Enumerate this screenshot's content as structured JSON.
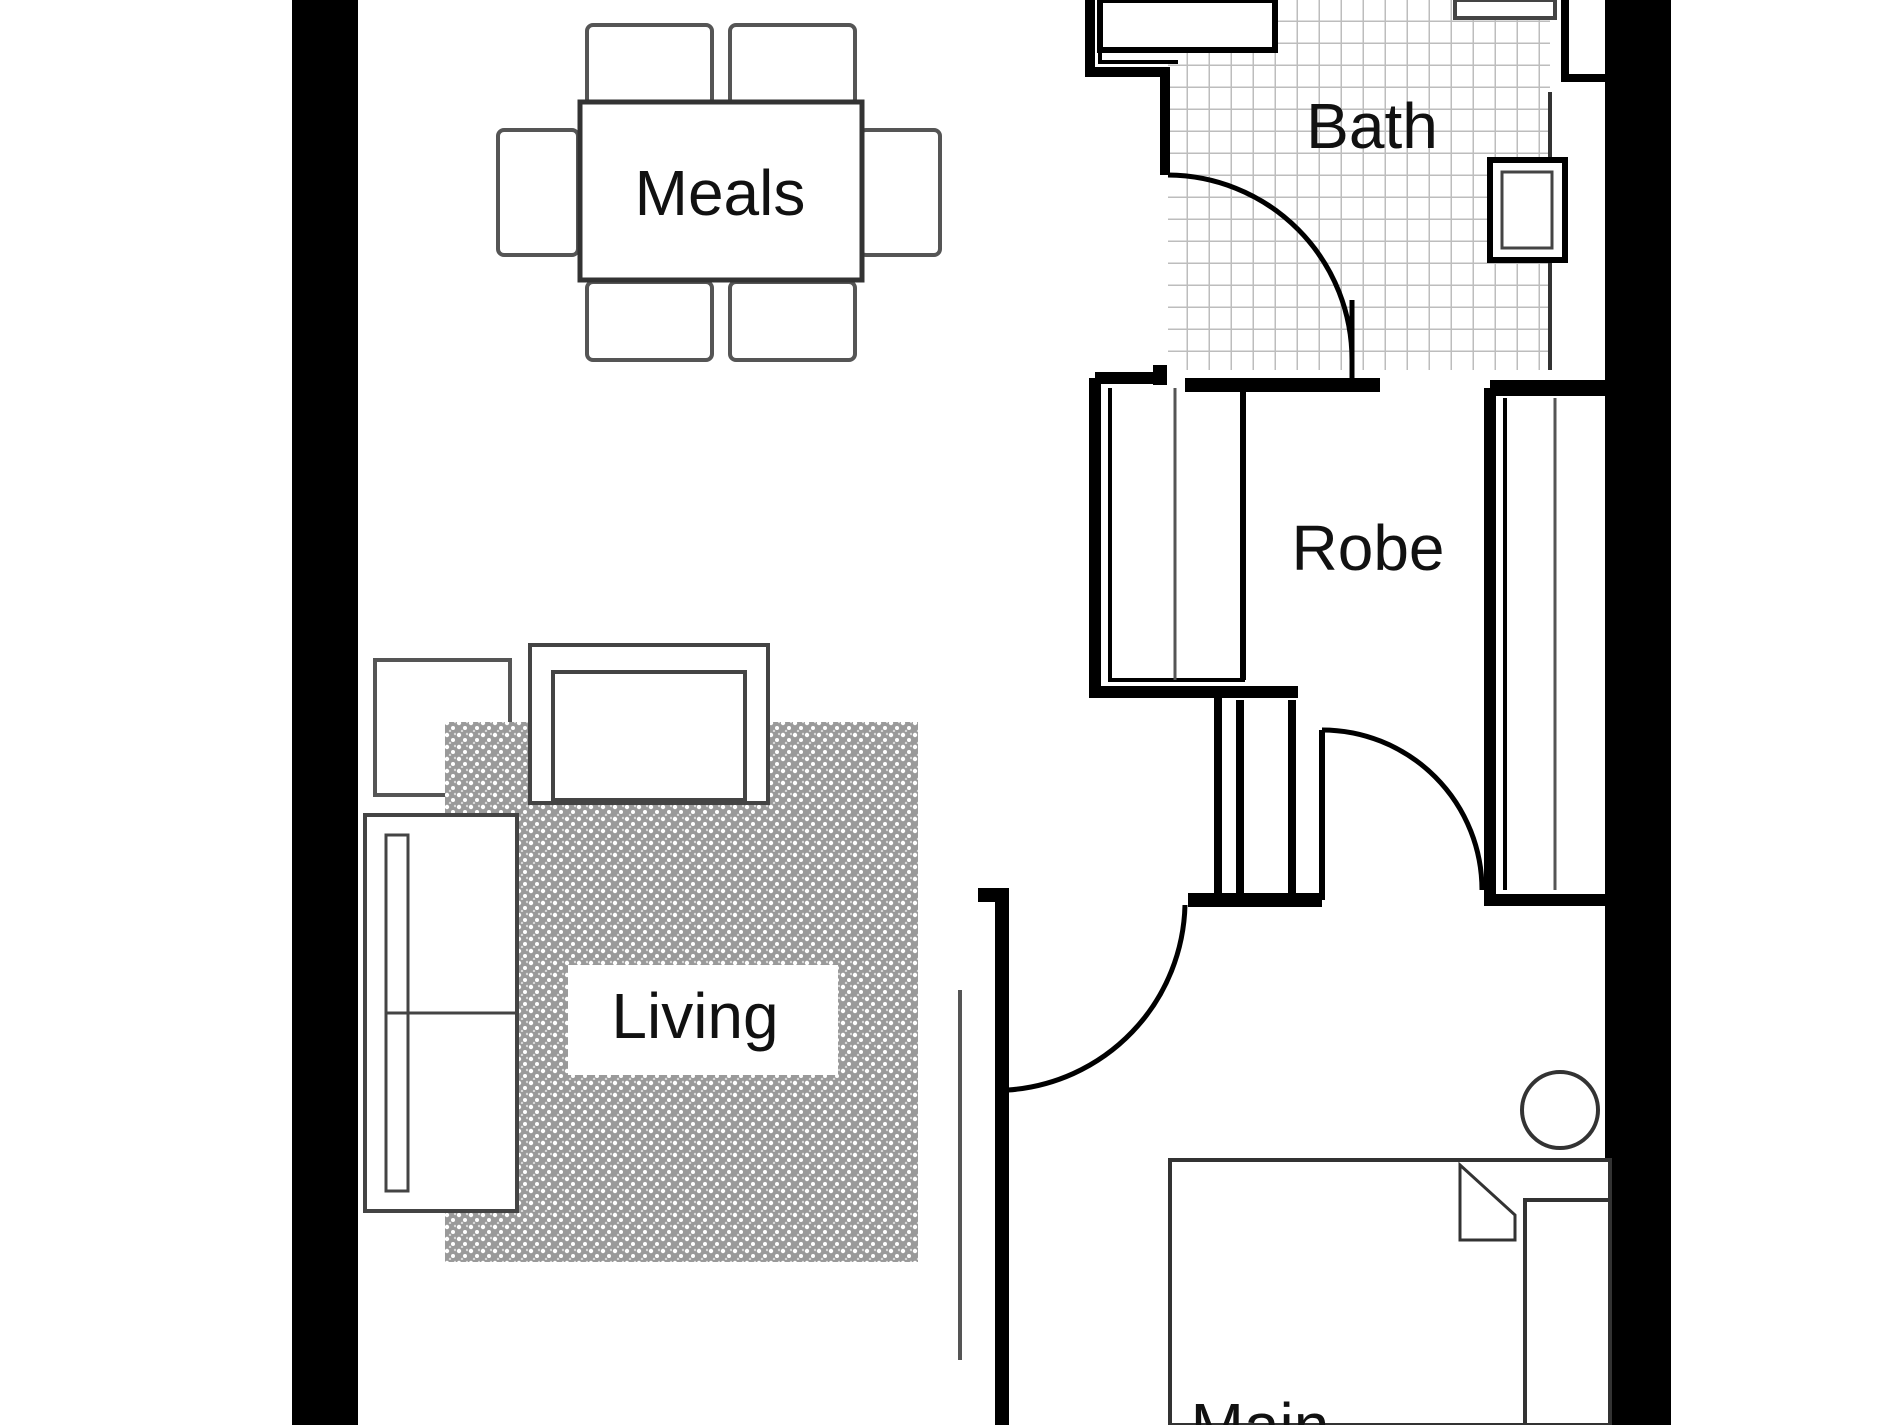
{
  "plan": {
    "rooms": {
      "meals": "Meals",
      "bath": "Bath",
      "robe": "Robe",
      "living": "Living",
      "main": "Main"
    },
    "colors": {
      "wall": "#000000",
      "line": "#333333",
      "furniture": "#555555",
      "rug": "#8a8a8a",
      "tile": "#c8c8c8",
      "background": "#ffffff"
    }
  }
}
